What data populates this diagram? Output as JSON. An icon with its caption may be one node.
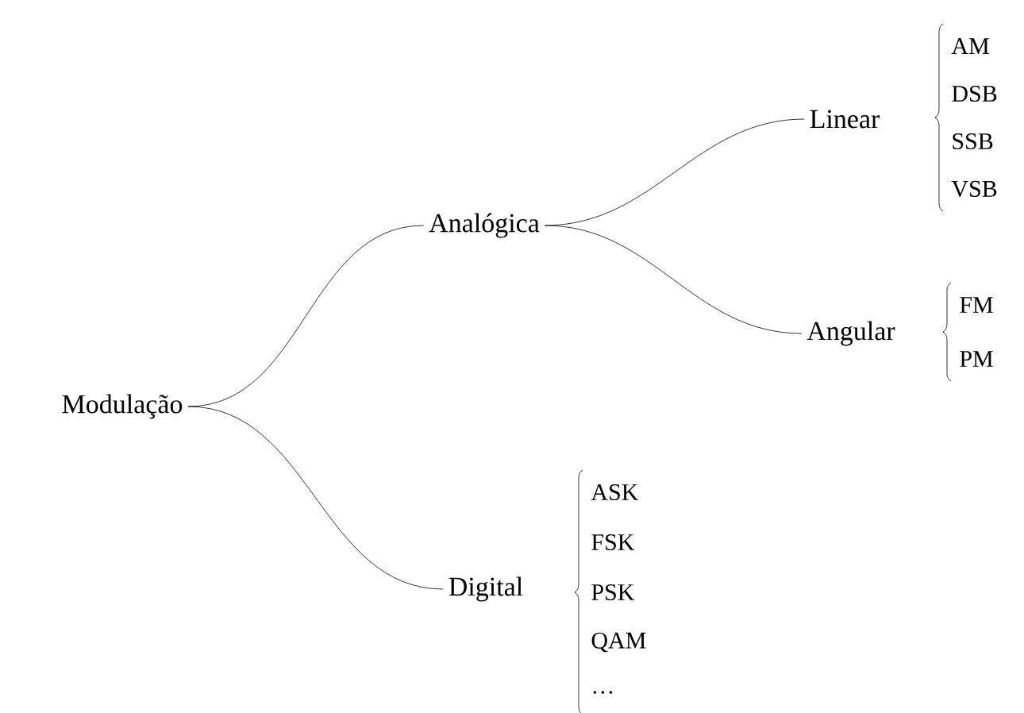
{
  "diagram": {
    "nodes": [
      {
        "text": [
          "Modulação"
        ]
      },
      {
        "text": [
          "Analógica"
        ]
      },
      {
        "text": [
          "Digital"
        ],
        "beside": [
          "ASK",
          "FSK",
          "PSK",
          "QAM",
          "…"
        ]
      },
      {
        "text": [
          "Linear"
        ],
        "beside": [
          "AM",
          "DSB",
          "SSB",
          "VSB"
        ]
      },
      {
        "text": [
          "Angular"
        ],
        "beside": [
          "FM",
          "PM"
        ]
      }
    ],
    "edges": [
      {
        "from": 0,
        "to": 1,
        "arrow": "none"
      },
      {
        "from": 0,
        "to": 2,
        "arrow": "none"
      },
      {
        "from": 1,
        "to": 3,
        "arrow": "none"
      },
      {
        "from": 1,
        "to": 4,
        "arrow": "none"
      }
    ]
  }
}
